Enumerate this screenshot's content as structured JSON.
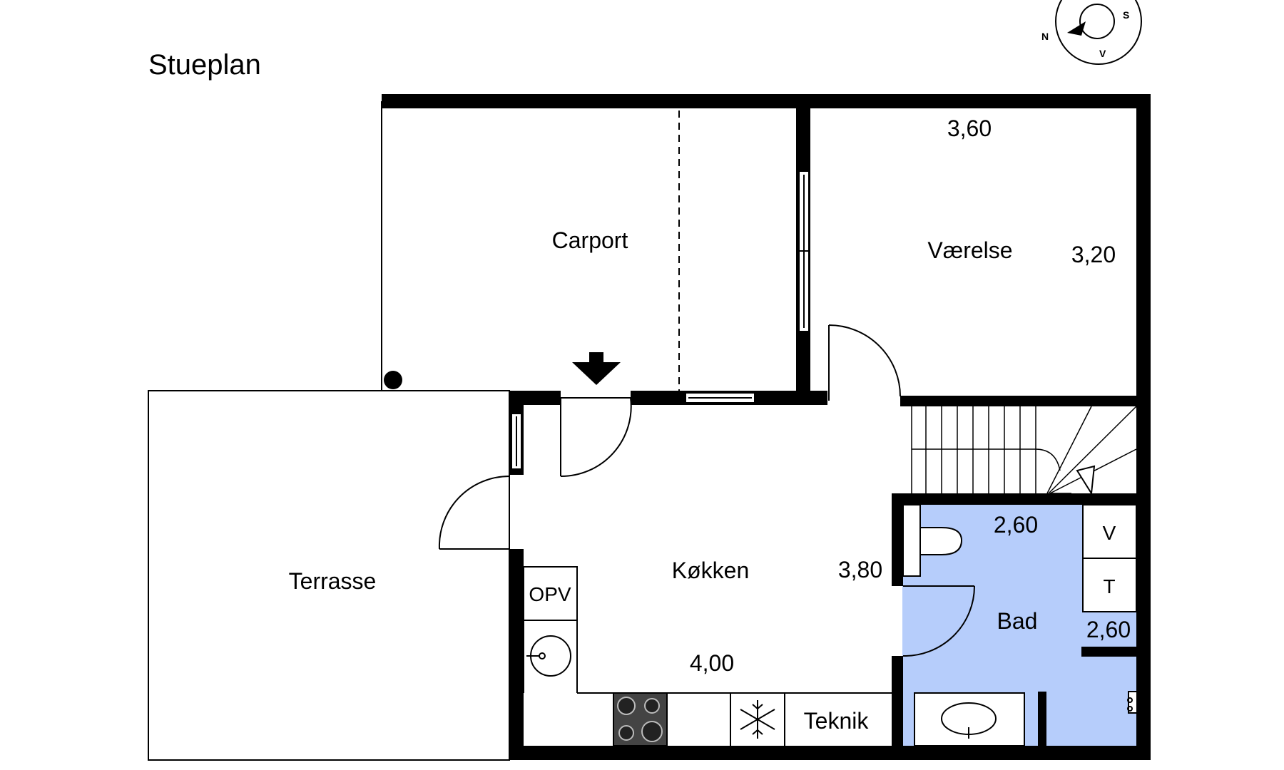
{
  "plan": {
    "title": "Stueplan",
    "bathroom_fill": "#b6cdfb",
    "wall_color": "#000000",
    "compass": {
      "north": "N",
      "south": "S",
      "west": "V"
    },
    "rooms": {
      "carport": "Carport",
      "vaerelse": "Værelse",
      "terrasse": "Terrasse",
      "koekken": "Køkken",
      "bad": "Bad",
      "teknik": "Teknik"
    },
    "dimensions": {
      "vaerelse_width": "3,60",
      "vaerelse_depth": "3,20",
      "koekken_depth": "3,80",
      "koekken_width": "4,00",
      "bad_width": "2,60",
      "bad_depth": "2,60"
    },
    "fixtures": {
      "opv": "OPV",
      "washer": "V",
      "dryer": "T"
    }
  }
}
